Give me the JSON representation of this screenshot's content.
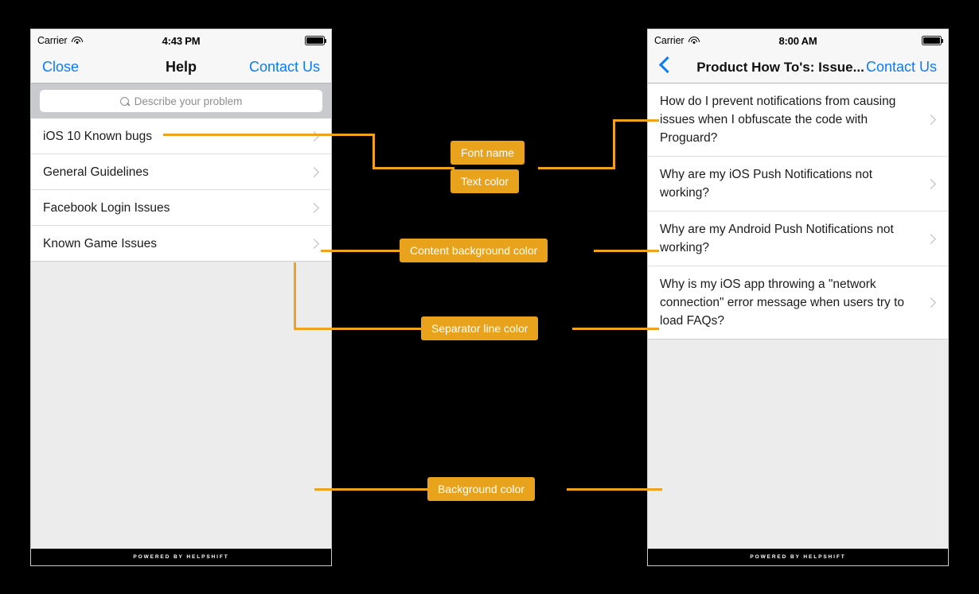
{
  "phone_left": {
    "status_bar": {
      "carrier": "Carrier",
      "time": "4:43 PM",
      "wifi_icon": "wifi-icon",
      "battery_icon": "battery-full-icon"
    },
    "nav": {
      "left_label": "Close",
      "title": "Help",
      "right_label": "Contact Us"
    },
    "search": {
      "placeholder": "Describe your problem",
      "icon": "search-icon"
    },
    "list": [
      {
        "label": "iOS 10 Known bugs"
      },
      {
        "label": "General Guidelines"
      },
      {
        "label": "Facebook Login Issues"
      },
      {
        "label": "Known Game Issues"
      }
    ],
    "footer": "POWERED BY HELPSHIFT"
  },
  "phone_right": {
    "status_bar": {
      "carrier": "Carrier",
      "time": "8:00 AM",
      "wifi_icon": "wifi-icon",
      "battery_icon": "battery-full-icon"
    },
    "nav": {
      "back_icon": "back-chevron-icon",
      "title": "Product How To's: Issue...",
      "right_label": "Contact Us"
    },
    "list": [
      {
        "label": "How do I prevent notifications from causing issues when I obfuscate the code with Proguard?"
      },
      {
        "label": "Why are my iOS Push Notifications not working?"
      },
      {
        "label": "Why are my Android Push Notifications not working?"
      },
      {
        "label": "Why is my iOS app throwing a \"network connection\" error message when users try to load FAQs?"
      }
    ],
    "footer": "POWERED BY HELPSHIFT"
  },
  "annotations": [
    {
      "id": "font-name",
      "label": "Font name"
    },
    {
      "id": "text-color",
      "label": "Text color"
    },
    {
      "id": "content-background-color",
      "label": "Content background color"
    },
    {
      "id": "separator-line-color",
      "label": "Separator line color"
    },
    {
      "id": "background-color",
      "label": "Background color"
    }
  ],
  "colors": {
    "annotation": "#e8a21c",
    "accent_blue": "#0a7bff",
    "content_background": "#ffffff",
    "separator_line": "#dfdfe0",
    "background": "#ececec",
    "page_background": "#000000"
  }
}
